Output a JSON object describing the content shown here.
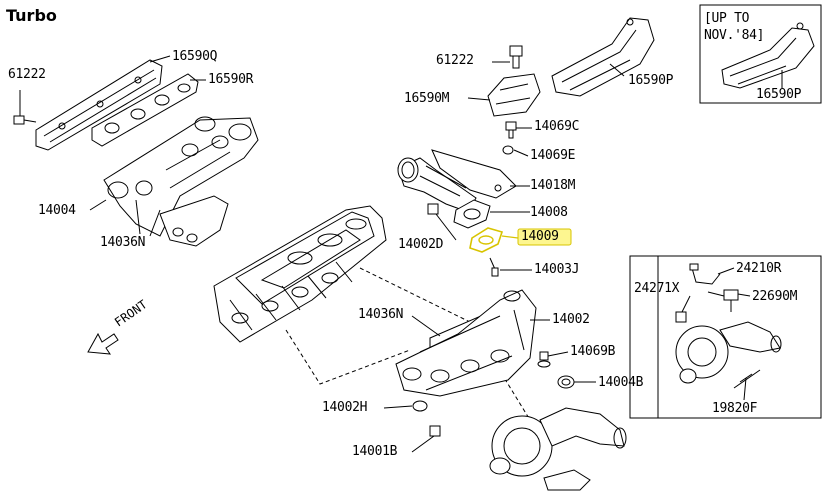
{
  "title": "Turbo",
  "inset_note": "[UP TO\nNOV.'84]",
  "front_label": "FRONT",
  "highlight_color": "#f5e400",
  "labels": {
    "p16590Q": "16590Q",
    "p16590R": "16590R",
    "p61222_left": "61222",
    "p14004": "14004",
    "p14036N_top": "14036N",
    "p61222_mid": "61222",
    "p16590M": "16590M",
    "p16590P_main": "16590P",
    "p16590P_inset": "16590P",
    "p14069C": "14069C",
    "p14069E": "14069E",
    "p14018M": "14018M",
    "p14008": "14008",
    "p14009": "14009",
    "p14002D": "14002D",
    "p14003J": "14003J",
    "p14036N_bot": "14036N",
    "p14002": "14002",
    "p14069B": "14069B",
    "p14004B": "14004B",
    "p14002H": "14002H",
    "p14001B": "14001B",
    "p24210R": "24210R",
    "p24271X": "24271X",
    "p22690M": "22690M",
    "p19820F": "19820F"
  }
}
